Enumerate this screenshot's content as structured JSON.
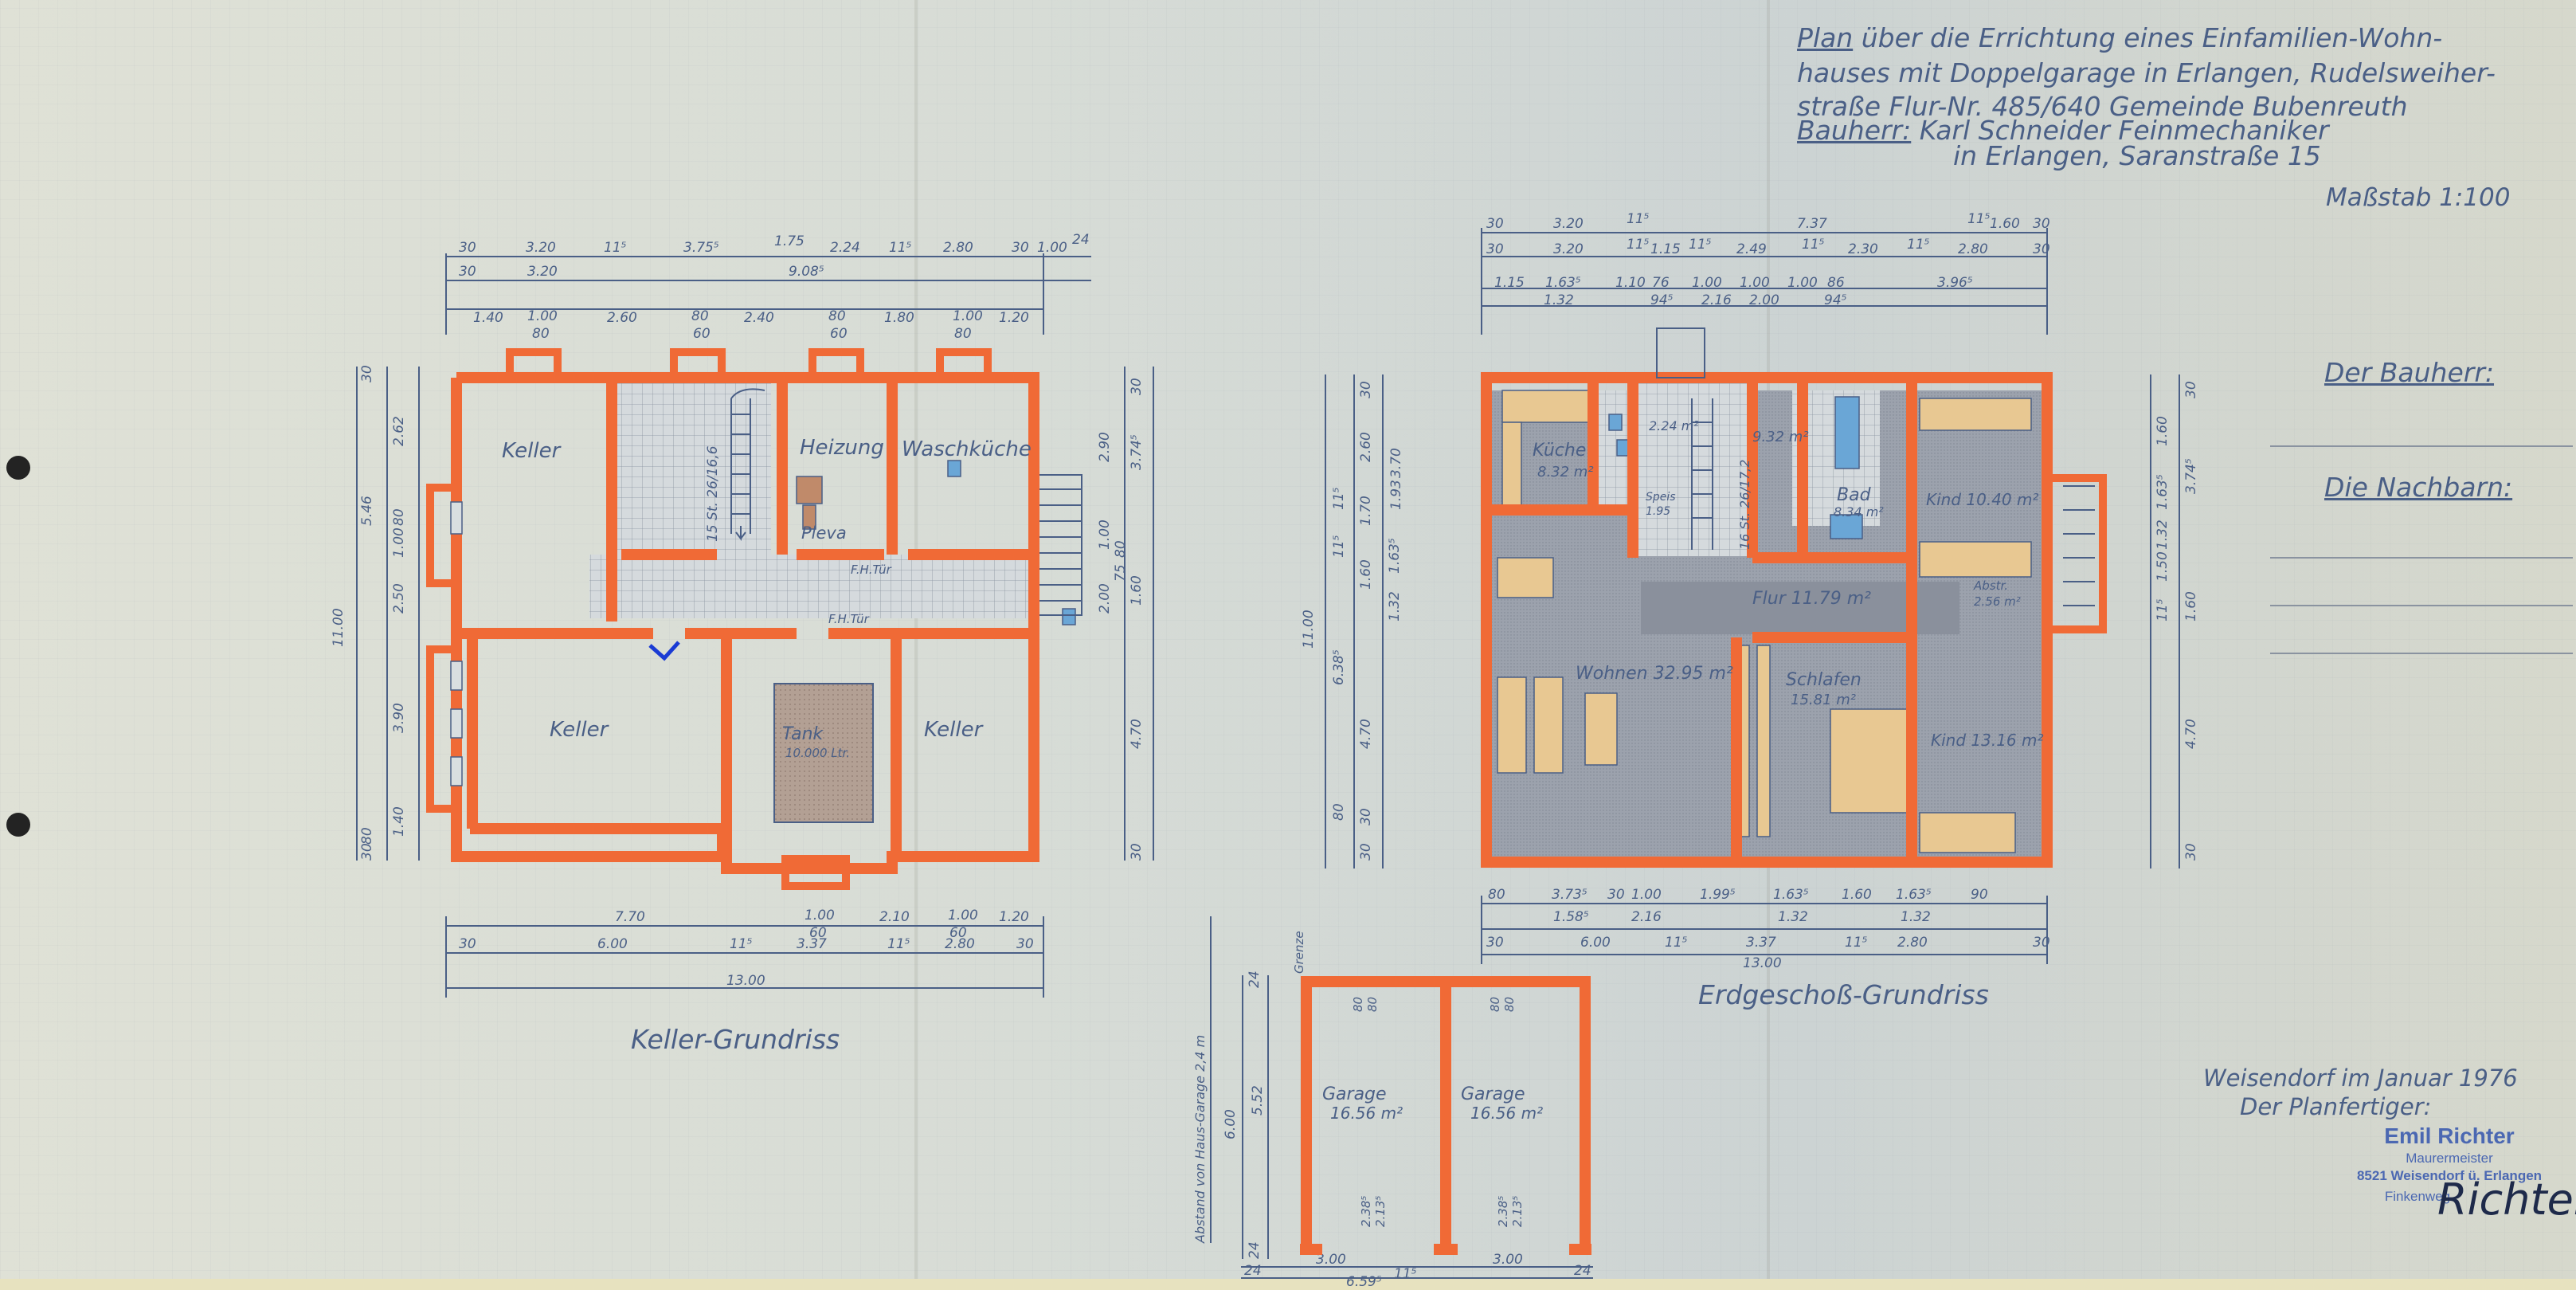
{
  "title_block": {
    "line1_prefix": "Plan",
    "line1_rest": "über die Errichtung eines Einfamilien-Wohn-",
    "line2": "hauses mit Doppelgarage in Erlangen, Rudelsweiher-",
    "line3": "straße Flur-Nr. 485/640 Gemeinde Bubenreuth",
    "line4_prefix": "Bauherr:",
    "line4_rest": "Karl Schneider Feinmechaniker",
    "line5": "in Erlangen, Saranstraße 15",
    "scale": "Maßstab 1:100"
  },
  "signatures": {
    "bauherr": "Der Bauherr:",
    "nachbarn": "Die Nachbarn:"
  },
  "planner": {
    "place_date": "Weisendorf im Januar 1976",
    "role": "Der Planfertiger:",
    "stamp_name": "Emil Richter",
    "stamp_title": "Maurermeister",
    "stamp_address": "8521 Weisendorf ü. Erlangen",
    "stamp_street": "Finkenweg",
    "signature": "Richter"
  },
  "basement": {
    "caption": "Keller-Grundriss",
    "rooms": {
      "keller_nw": "Keller",
      "heizung": "Heizung",
      "waschkueche": "Waschküche",
      "pleva": "Pleva",
      "keller_sw": "Keller",
      "tank": "Tank",
      "tank_volume": "10.000 Ltr.",
      "keller_se": "Keller",
      "stairs": "15 St. 26/16,6",
      "door1": "F.H.Tür",
      "door2": "F.H.Tür"
    },
    "dims_top_row1": [
      "30",
      "3.20",
      "11⁵",
      "3.75⁵",
      "1.75",
      "2.24",
      "11⁵",
      "2.80",
      "30",
      "1.00",
      "24"
    ],
    "dims_top_row2": [
      "30",
      "3.20",
      "9.08⁵"
    ],
    "dims_top_row3": [
      "1.40",
      "1.00",
      "2.60",
      "80",
      "2.40",
      "80",
      "1.80",
      "1.00",
      "1.20"
    ],
    "dims_top_row3_sub": [
      "80",
      "60",
      "60",
      "80"
    ],
    "dims_bottom_row1": [
      "7.70",
      "1.00",
      "2.10",
      "1.00",
      "1.20"
    ],
    "dims_bottom_row1_sub": [
      "60",
      "60"
    ],
    "dims_bottom_row2": [
      "30",
      "6.00",
      "11⁵",
      "3.37",
      "11⁵",
      "2.80",
      "30"
    ],
    "dims_bottom_total": "13.00",
    "dims_left_total": "11.00",
    "dims_left": [
      "30",
      "2.62",
      "5.46",
      "80",
      "1.00",
      "2.50",
      "3.90",
      "80",
      "1.40",
      "30"
    ],
    "dims_right": [
      "30",
      "2.90",
      "3.74⁵",
      "1.00",
      "75",
      "2.00",
      "80",
      "1.60",
      "4.70",
      "30"
    ]
  },
  "ground": {
    "caption": "Erdgeschoß-Grundriss",
    "rooms": {
      "kueche": "Küche",
      "kueche_area": "8.32 m²",
      "wc_area": "2.24 m²",
      "speis": "Speis",
      "speis_area": "1.95",
      "stairs_area": "9.32 m²",
      "stairs": "16 St. 26/17,2",
      "bad": "Bad",
      "bad_area": "8.34 m²",
      "kind1": "Kind 10.40 m²",
      "flur": "Flur 11.79 m²",
      "abstr": "Abstr.",
      "abstr_area": "2.56 m²",
      "wohnen": "Wohnen 32.95 m²",
      "schlafen": "Schlafen",
      "schlafen_area": "15.81 m²",
      "kind2": "Kind 13.16 m²"
    },
    "dims_top_row1": [
      "30",
      "3.20",
      "11⁵",
      "7.37",
      "11⁵",
      "1.60",
      "30"
    ],
    "dims_top_row2": [
      "30",
      "3.20",
      "11⁵",
      "1.15",
      "11⁵",
      "2.49",
      "11⁵",
      "2.30",
      "11⁵",
      "2.80",
      "30"
    ],
    "dims_top_row3": [
      "1.15",
      "1.63⁵",
      "1.10",
      "76",
      "1.00",
      "1.00",
      "1.00",
      "86",
      "3.96⁵"
    ],
    "dims_top_row3_sub": [
      "1.32",
      "94⁵",
      "2.16",
      "2.00",
      "94⁵"
    ],
    "dims_bottom_row1": [
      "80",
      "3.73⁵",
      "30",
      "1.00",
      "1.99⁵",
      "1.63⁵",
      "1.60",
      "1.63⁵",
      "90"
    ],
    "dims_bottom_row1_sub": [
      "1.58⁵",
      "2.16",
      "1.32",
      "1.32"
    ],
    "dims_bottom_row2": [
      "30",
      "6.00",
      "11⁵",
      "3.37",
      "11⁵",
      "2.80",
      "30"
    ],
    "dims_bottom_total": "13.00",
    "dims_left_total": "11.00",
    "dims_left": [
      "30",
      "2.60",
      "11⁵",
      "1.70",
      "11⁵",
      "1.60",
      "1.63⁵",
      "1.32",
      "6.38⁵",
      "4.70",
      "80",
      "30",
      "30"
    ],
    "dims_right": [
      "30",
      "1.60",
      "3.70",
      "1.93",
      "1.63⁵",
      "1.32",
      "3.74⁵",
      "1.50",
      "11⁵",
      "1.60",
      "4.70",
      "30"
    ]
  },
  "garage": {
    "left": "Garage",
    "left_area": "16.56 m²",
    "right": "Garage",
    "right_area": "16.56 m²",
    "label_grenze": "Grenze",
    "label_abstand": "Abstand von Haus-Garage 2,4 m",
    "dims_bottom": [
      "24",
      "3.00",
      "11⁵",
      "3.00",
      "24"
    ],
    "dims_bottom_total": "6.59⁵",
    "dims_left": [
      "24",
      "6.00",
      "5.52",
      "24"
    ],
    "door_dims": [
      "2.38⁵",
      "2.13⁵",
      "2.38⁵",
      "2.13⁵"
    ],
    "window_dims": [
      "80",
      "80",
      "80",
      "80"
    ]
  },
  "colors": {
    "wall": "#f06a36",
    "ink": "#4a5f86",
    "floor_grey": "#9da3ae",
    "cabinet": "#e8c892",
    "tank": "#b09c90",
    "fixture": "#6aa6d6"
  }
}
